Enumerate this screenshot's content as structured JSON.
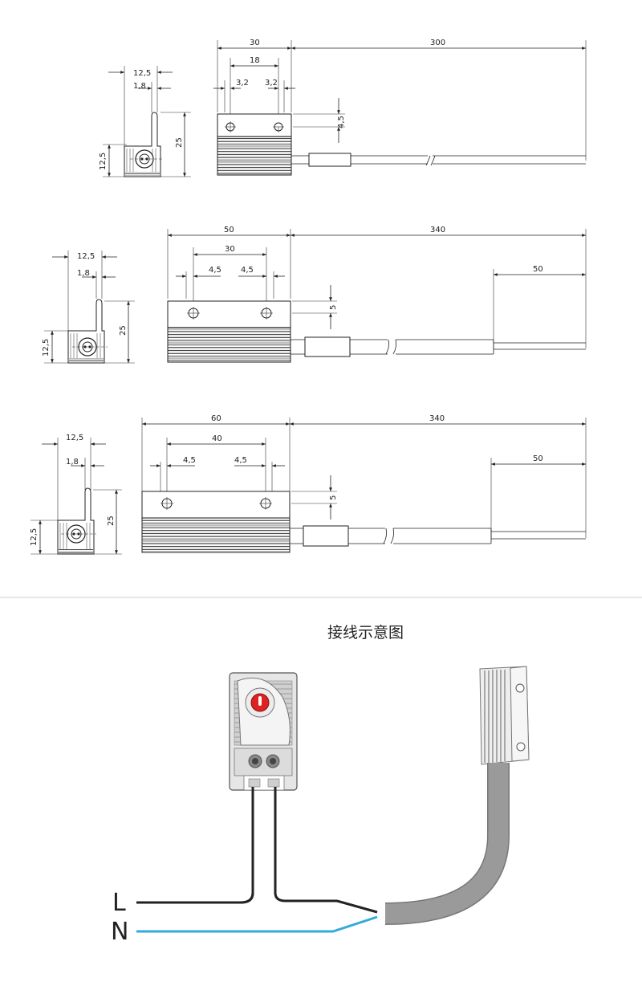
{
  "heaters": [
    {
      "side": {
        "width": "12,5",
        "wall": "1,8",
        "height": "25",
        "base": "12,5"
      },
      "front": {
        "length": "30",
        "hole_spacing": "18",
        "hole_offset_left": "3,2",
        "hole_offset_right": "3,2",
        "hole_height": "4,5",
        "cable": "300"
      }
    },
    {
      "side": {
        "width": "12,5",
        "wall": "1,8",
        "height": "25",
        "base": "12,5"
      },
      "front": {
        "length": "50",
        "hole_spacing": "30",
        "hole_offset_left": "4,5",
        "hole_offset_right": "4,5",
        "hole_height": "5",
        "cable": "340",
        "strip": "50"
      }
    },
    {
      "side": {
        "width": "12,5",
        "wall": "1,8",
        "height": "25",
        "base": "12,5"
      },
      "front": {
        "length": "60",
        "hole_spacing": "40",
        "hole_offset_left": "4,5",
        "hole_offset_right": "4,5",
        "hole_height": "5",
        "cable": "340",
        "strip": "50"
      }
    }
  ],
  "wiring": {
    "title": "接线示意图",
    "line_label": "L",
    "neutral_label": "N",
    "colors": {
      "neutral_wire": "#33aadd",
      "line_wire": "#222222",
      "knob": "#dd2222",
      "cable": "#9a9a9a"
    }
  }
}
